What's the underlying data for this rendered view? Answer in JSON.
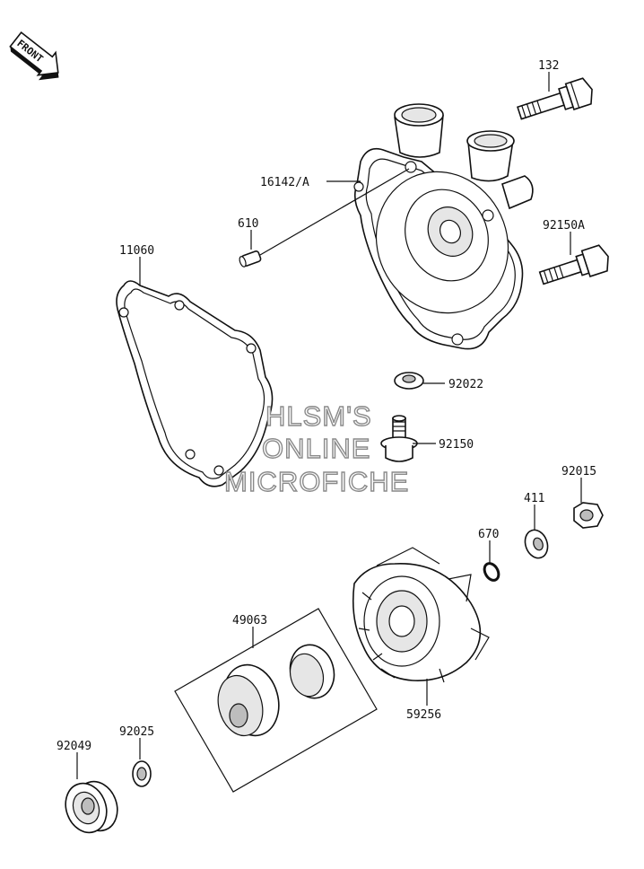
{
  "front_badge": {
    "label": "FRONT"
  },
  "watermark": {
    "line1": "HLSM'S",
    "line2": "ONLINE",
    "line3": "MICROFICHE"
  },
  "parts": [
    {
      "id": "132"
    },
    {
      "id": "16142/A"
    },
    {
      "id": "610"
    },
    {
      "id": "92150A"
    },
    {
      "id": "11060"
    },
    {
      "id": "92022"
    },
    {
      "id": "92150"
    },
    {
      "id": "92015"
    },
    {
      "id": "411"
    },
    {
      "id": "670"
    },
    {
      "id": "49063"
    },
    {
      "id": "59256"
    },
    {
      "id": "92025"
    },
    {
      "id": "92049"
    }
  ]
}
